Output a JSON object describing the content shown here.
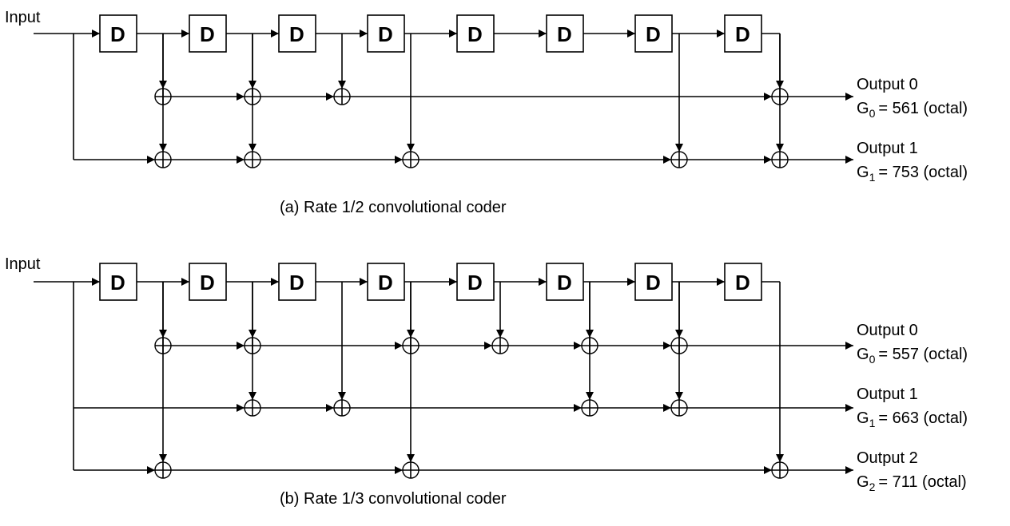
{
  "delay_label": "D",
  "input_label": "Input",
  "panels": [
    {
      "caption": "(a)  Rate 1/2 convolutional coder",
      "outputs": [
        {
          "label": "Output 0",
          "gen_prefix": "G",
          "gen_sub": "0",
          "gen_value": "= 561 (octal)",
          "taps": [
            1,
            2,
            3,
            8
          ]
        },
        {
          "label": "Output 1",
          "gen_prefix": "G",
          "gen_sub": "1",
          "gen_value": "= 753 (octal)",
          "taps": [
            0,
            1,
            2,
            4,
            7,
            8
          ]
        }
      ]
    },
    {
      "caption": "(b)  Rate 1/3 convolutional coder",
      "outputs": [
        {
          "label": "Output 0",
          "gen_prefix": "G",
          "gen_sub": "0",
          "gen_value": "= 557 (octal)",
          "taps": [
            1,
            2,
            4,
            5,
            6,
            7
          ]
        },
        {
          "label": "Output 1",
          "gen_prefix": "G",
          "gen_sub": "1",
          "gen_value": "= 663 (octal)",
          "taps": [
            0,
            2,
            3,
            6,
            7
          ]
        },
        {
          "label": "Output 2",
          "gen_prefix": "G",
          "gen_sub": "2",
          "gen_value": "= 711 (octal)",
          "taps": [
            0,
            1,
            4,
            8
          ]
        }
      ]
    }
  ]
}
